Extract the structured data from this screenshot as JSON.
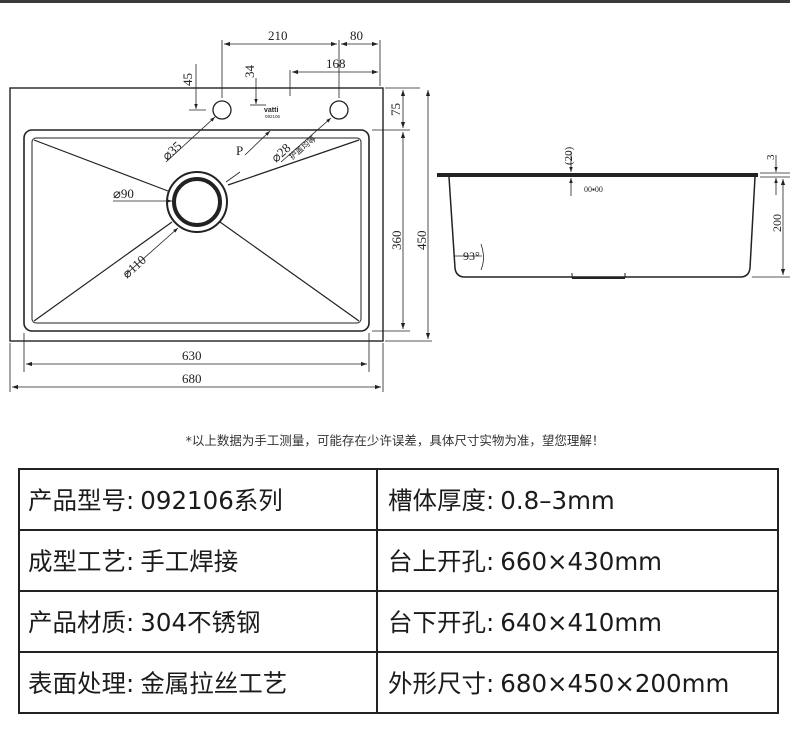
{
  "drawing": {
    "top_view": {
      "dims": {
        "w210": "210",
        "w80": "80",
        "h45": "45",
        "h34": "34",
        "w168": "168",
        "h75": "75",
        "h360": "360",
        "h450": "450",
        "w630": "630",
        "w680": "680",
        "d35": "⌀35",
        "d28": "⌀28",
        "d90": "⌀90",
        "d110": "⌀110"
      },
      "labels": {
        "p": "P",
        "brand": "vatti",
        "model": "092106",
        "hole_note": "护盖均等"
      }
    },
    "side_view": {
      "dims": {
        "d20": "(20)",
        "d3": "3",
        "d200": "200",
        "angle": "93°",
        "rim": "00▪00"
      }
    }
  },
  "disclaimer": "*以上数据为手工测量，可能存在少许误差，具体尺寸实物为准，望您理解！",
  "specs": [
    [
      {
        "key": "产品型号:",
        "value": "092106系列"
      },
      {
        "key": "槽体厚度:",
        "value": "0.8–3mm"
      }
    ],
    [
      {
        "key": "成型工艺:",
        "value": "手工焊接"
      },
      {
        "key": "台上开孔:",
        "value": "660×430mm"
      }
    ],
    [
      {
        "key": "产品材质:",
        "value": "304不锈钢"
      },
      {
        "key": "台下开孔:",
        "value": "640×410mm"
      }
    ],
    [
      {
        "key": "表面处理:",
        "value": "金属拉丝工艺"
      },
      {
        "key": "外形尺寸:",
        "value": "680×450×200mm"
      }
    ]
  ]
}
